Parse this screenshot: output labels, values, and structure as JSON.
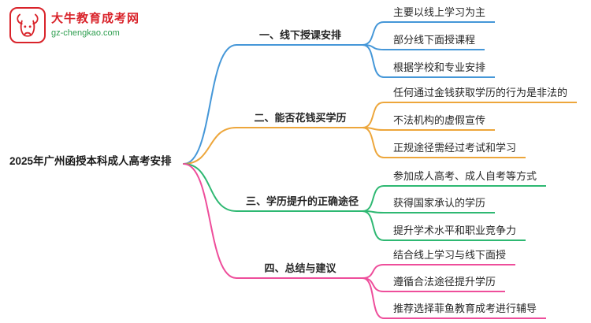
{
  "meta": {
    "background_color": "#ffffff",
    "diagram_type": "mindmap"
  },
  "logo": {
    "title": "大牛教育成考网",
    "subtitle": "gz-chengkao.com",
    "title_color": "#d9232a",
    "subtitle_color": "#2e9e4f",
    "icon": "ox-head-icon"
  },
  "mindmap": {
    "root": {
      "label": "2025年广州函授本科成人高考安排"
    },
    "branches": [
      {
        "label": "一、线下授课安排",
        "color": "#4597d8",
        "children": [
          {
            "label": "主要以线上学习为主"
          },
          {
            "label": "部分线下面授课程"
          },
          {
            "label": "根据学校和专业安排"
          }
        ]
      },
      {
        "label": "二、能否花钱买学历",
        "color": "#eda63b",
        "children": [
          {
            "label": "任何通过金钱获取学历的行为是非法的"
          },
          {
            "label": "不法机构的虚假宣传"
          },
          {
            "label": "正规途径需经过考试和学习"
          }
        ]
      },
      {
        "label": "三、学历提升的正确途径",
        "color": "#2eb872",
        "children": [
          {
            "label": "参加成人高考、成人自考等方式"
          },
          {
            "label": "获得国家承认的学历"
          },
          {
            "label": "提升学术水平和职业竞争力"
          }
        ]
      },
      {
        "label": "四、总结与建议",
        "color": "#ee4e9b",
        "children": [
          {
            "label": "结合线上学习与线下面授"
          },
          {
            "label": "遵循合法途径提升学历"
          },
          {
            "label": "推荐选择菲鱼教育成考进行辅导"
          }
        ]
      }
    ]
  }
}
